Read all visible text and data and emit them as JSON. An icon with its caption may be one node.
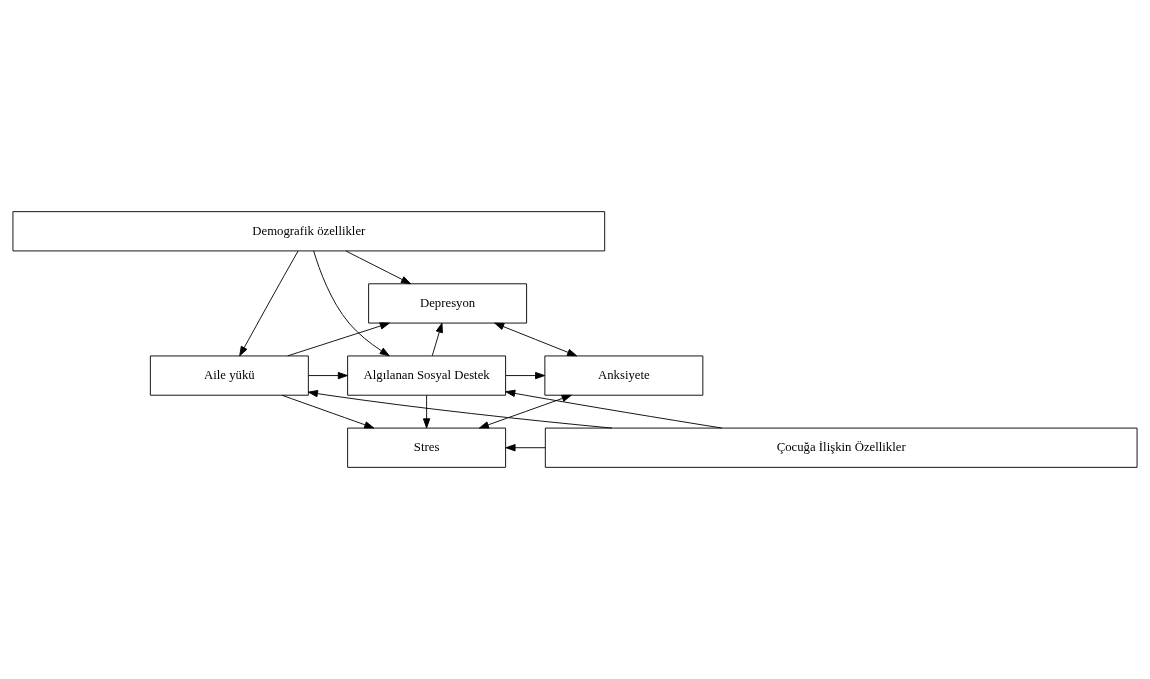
{
  "diagram": {
    "nodes": [
      {
        "text": [
          "Demografik özellikler"
        ]
      },
      {
        "text": [
          "Depresyon"
        ]
      },
      {
        "text": [
          "Aile yükü"
        ]
      },
      {
        "text": [
          "Algılanan Sosyal Destek"
        ]
      },
      {
        "text": [
          "Anksiyete"
        ]
      },
      {
        "text": [
          "Stres"
        ]
      },
      {
        "text": [
          "Çocuğa İlişkin Özellikler"
        ]
      }
    ],
    "edges": [
      {
        "from": 0,
        "to": 2,
        "arrow": "to"
      },
      {
        "from": 0,
        "to": 3,
        "arrow": "to"
      },
      {
        "from": 0,
        "to": 1,
        "arrow": "to"
      },
      {
        "from": 2,
        "to": 1,
        "arrow": "to"
      },
      {
        "from": 2,
        "to": 3,
        "arrow": "to"
      },
      {
        "from": 2,
        "to": 5,
        "arrow": "to"
      },
      {
        "from": 3,
        "to": 1,
        "arrow": "to"
      },
      {
        "from": 3,
        "to": 4,
        "arrow": "to"
      },
      {
        "from": 3,
        "to": 5,
        "arrow": "to"
      },
      {
        "from": 1,
        "to": 4,
        "arrow": "both"
      },
      {
        "from": 4,
        "to": 5,
        "arrow": "both"
      },
      {
        "from": 6,
        "to": 2,
        "arrow": "to"
      },
      {
        "from": 6,
        "to": 3,
        "arrow": "to"
      },
      {
        "from": 6,
        "to": 5,
        "arrow": "to"
      }
    ]
  }
}
